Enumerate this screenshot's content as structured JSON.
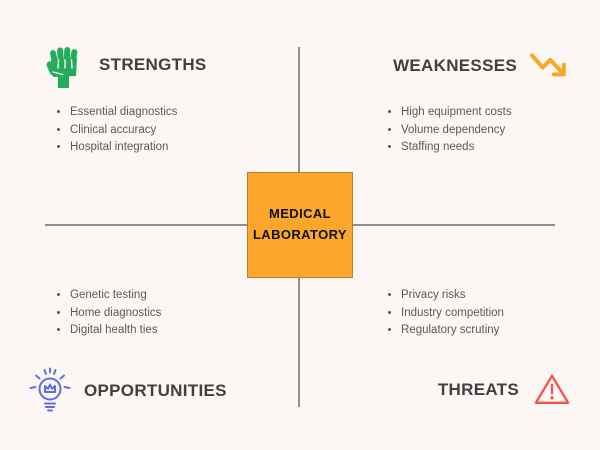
{
  "diagram": {
    "type": "swot-matrix",
    "center": {
      "line1": "MEDICAL",
      "line2": "LABORATORY"
    },
    "quadrants": {
      "strengths": {
        "label": "STRENGTHS",
        "icon": "raised-fist-icon",
        "icon_color": "#24AC5D",
        "items": [
          "Essential diagnostics",
          "Clinical accuracy",
          "Hospital integration"
        ]
      },
      "weaknesses": {
        "label": "WEAKNESSES",
        "icon": "trending-down-icon",
        "icon_color": "#F9A826",
        "items": [
          "High equipment costs",
          "Volume dependency",
          "Staffing needs"
        ]
      },
      "opportunities": {
        "label": "OPPORTUNITIES",
        "icon": "lightbulb-icon",
        "icon_color": "#5B6FE6",
        "items": [
          "Genetic testing",
          "Home diagnostics",
          "Digital health ties"
        ]
      },
      "threats": {
        "label": "THREATS",
        "icon": "warning-triangle-icon",
        "icon_color": "#F2564D",
        "items": [
          "Privacy risks",
          "Industry competition",
          "Regulatory scrutiny"
        ]
      }
    },
    "colors": {
      "background": "#FCF7F4",
      "center_box_fill": "#FAA72B",
      "center_box_border": "#BB7F2D",
      "axis_line": "#8F8F8F",
      "heading_text": "#404040",
      "body_text": "#595959"
    }
  }
}
